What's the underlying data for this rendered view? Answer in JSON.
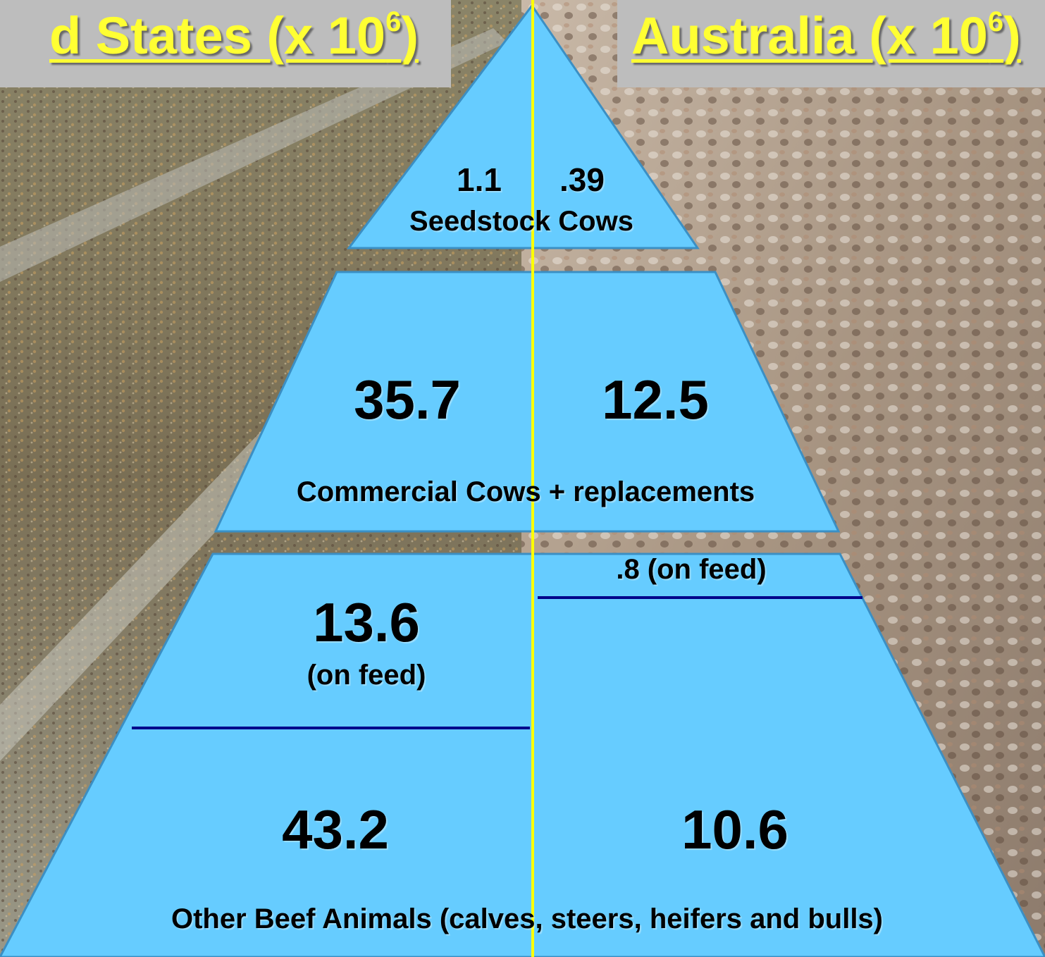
{
  "titles": {
    "left": {
      "text": "d States (x 10",
      "exp": "6",
      "close": ")"
    },
    "right": {
      "text": "Australia (x 10",
      "exp": "6",
      "close": ")"
    }
  },
  "tiers": {
    "seedstock": {
      "us_value": "1.1",
      "au_value": ".39",
      "label": "Seedstock Cows"
    },
    "commercial": {
      "us_value": "35.7",
      "au_value": "12.5",
      "label": "Commercial Cows + replacements"
    },
    "other": {
      "us_on_feed_value": "13.6",
      "us_on_feed_label": "(on feed)",
      "au_on_feed": ".8 (on feed)",
      "us_value": "43.2",
      "au_value": "10.6",
      "label": "Other Beef Animals (calves, steers, heifers and bulls)"
    }
  },
  "colors": {
    "tier_fill": "#66ccff",
    "tier_stroke": "#3b8fc4",
    "divider": "#ffff00",
    "on_feed_line": "#00008b",
    "title_text": "#ffff33",
    "title_bg": "#bdbdbd"
  }
}
